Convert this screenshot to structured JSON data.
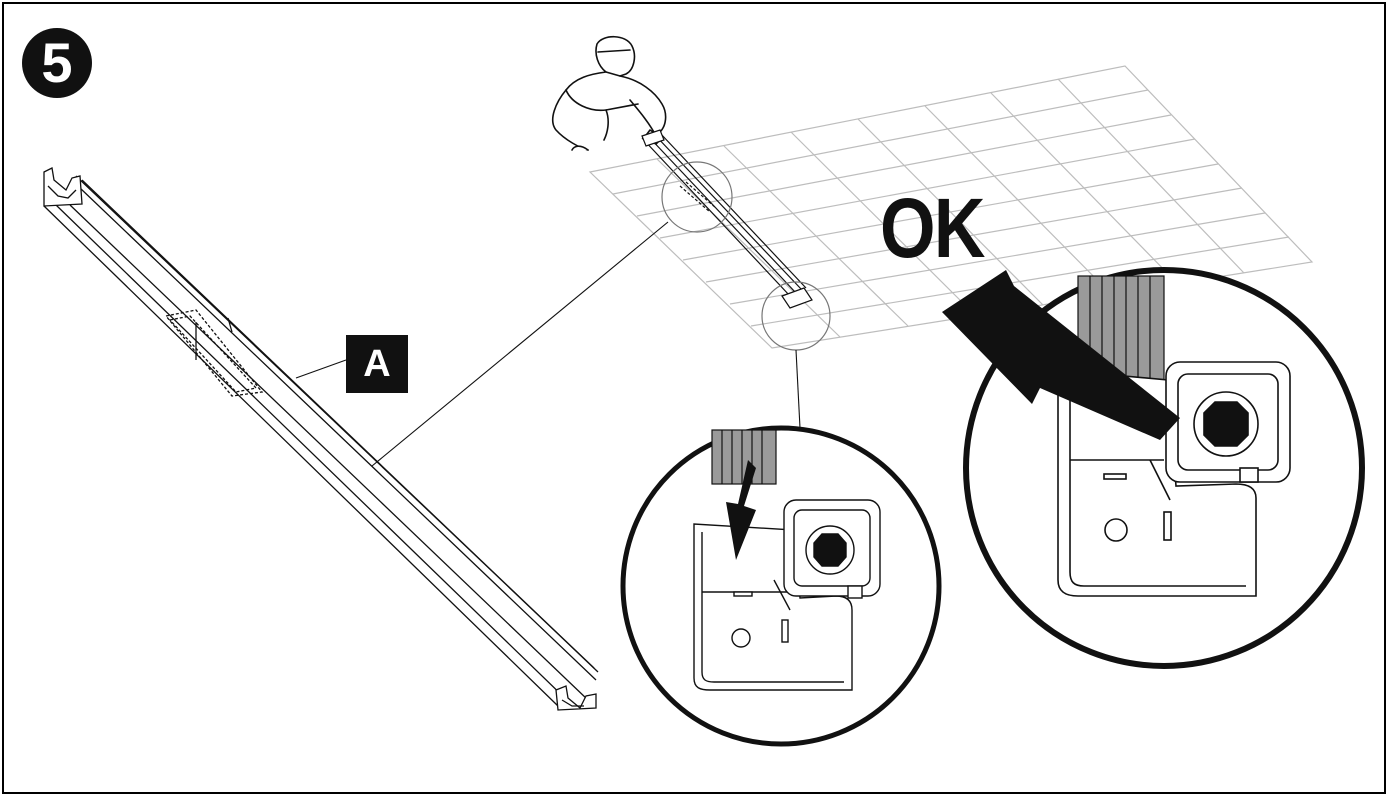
{
  "step": {
    "number": "5"
  },
  "part_label": {
    "text": "A"
  },
  "ok": {
    "text": "OK"
  },
  "colors": {
    "ink": "#111111",
    "grid": "#bdbdbd",
    "panel": "#9a9a9a",
    "panel_light": "#c4c4c4"
  },
  "icons": [
    "step-number-badge",
    "crouching-worker-icon",
    "solar-grid-roof-icon",
    "rail-profile-icon",
    "detail-magnifier-circle",
    "insert-arrow-icon",
    "ok-arrow-icon"
  ]
}
